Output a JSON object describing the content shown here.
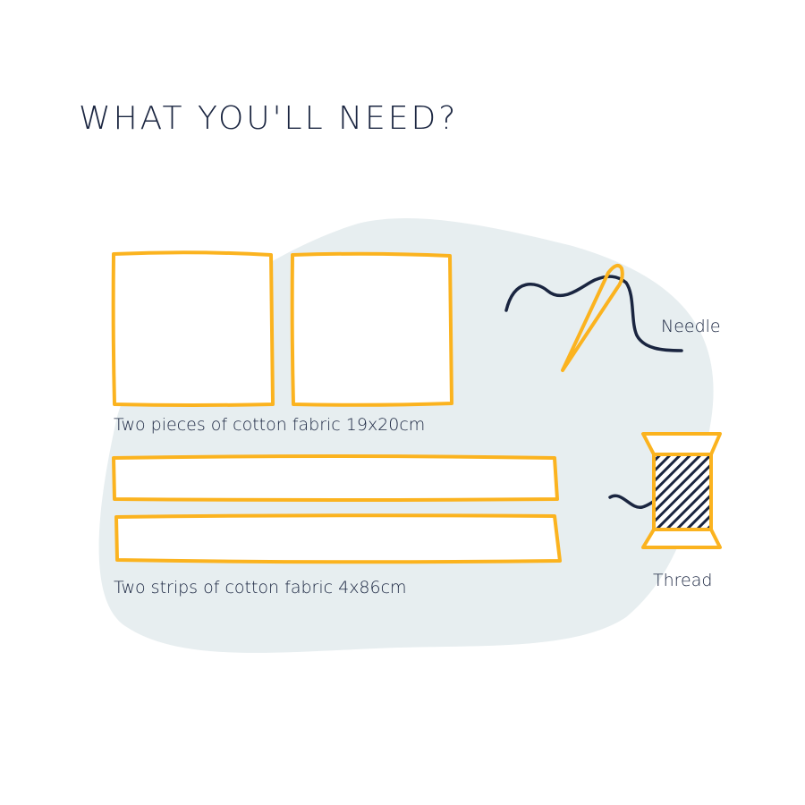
{
  "title": "WHAT YOU'LL NEED?",
  "items": [
    {
      "label": "Two pieces of cotton fabric 19x20cm"
    },
    {
      "label": "Two strips of cotton fabric 4x86cm"
    },
    {
      "label": "Needle"
    },
    {
      "label": "Thread"
    }
  ],
  "colors": {
    "accent": "#fbb31f",
    "navy": "#1a2540",
    "blob": "#e7eef0"
  }
}
